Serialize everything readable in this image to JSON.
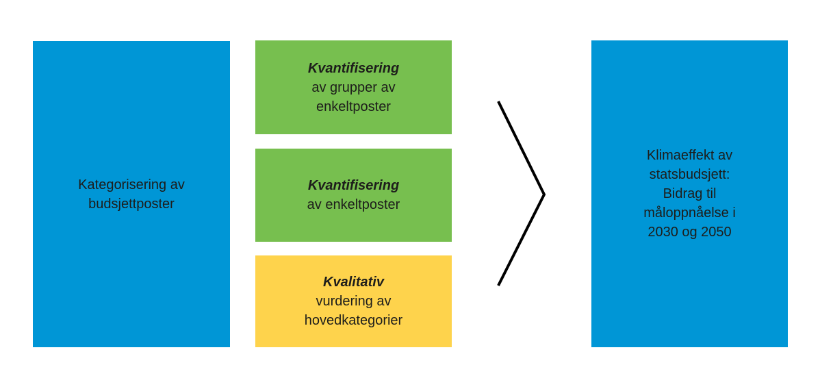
{
  "figure": {
    "colors": {
      "blue": "#0096d6",
      "green": "#77bf4f",
      "yellow": "#fed34c",
      "text": "#1d1d1b",
      "arrow": "#000000"
    },
    "left_box": {
      "lines": [
        "Kategorisering av",
        "budsjettposter"
      ]
    },
    "middle_boxes": [
      {
        "emphasis": "Kvantifisering",
        "lines": [
          "av grupper av",
          "enkeltposter"
        ]
      },
      {
        "emphasis": "Kvantifisering",
        "lines": [
          "av enkeltposter"
        ]
      },
      {
        "emphasis": "Kvalitativ",
        "lines": [
          "vurdering av",
          "hovedkategorier"
        ]
      }
    ],
    "right_box": {
      "lines": [
        "Klimaeffekt av",
        "statsbudsjett:",
        "Bidrag til",
        "måloppnåelse i",
        "2030 og 2050"
      ]
    }
  }
}
